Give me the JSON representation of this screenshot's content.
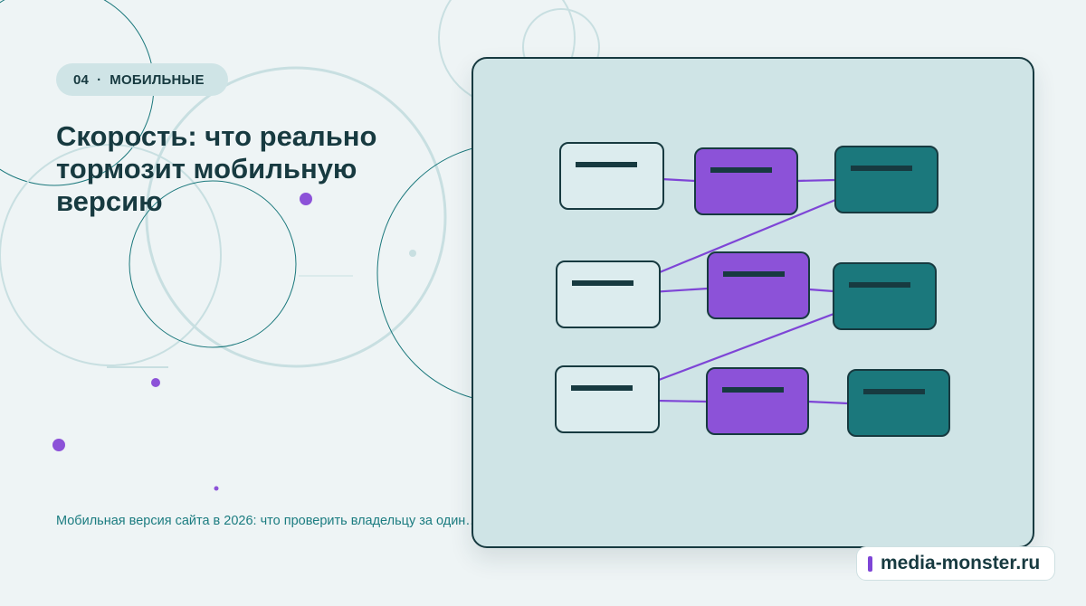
{
  "header": {
    "tag_number": "04",
    "tag_separator": "·",
    "tag_category": "МОБИЛЬНЫЕ",
    "title": "Скорость: что реально тормозит мобильную версию",
    "subtitle": "Мобильная версия сайта в 2026: что проверить владельцу за один…"
  },
  "diagram": {
    "rows": [
      {
        "nodes": [
          "light",
          "purple",
          "teal"
        ]
      },
      {
        "nodes": [
          "light",
          "purple",
          "teal"
        ]
      },
      {
        "nodes": [
          "light",
          "purple",
          "teal"
        ]
      }
    ]
  },
  "brand": {
    "name": "media-monster.ru"
  },
  "colors": {
    "background": "#eef4f5",
    "panel": "#cfe4e6",
    "dark": "#173a40",
    "purple": "#8c52d8",
    "teal": "#1b787c",
    "accent_text": "#1b7c80",
    "connector": "#7e45d6"
  }
}
